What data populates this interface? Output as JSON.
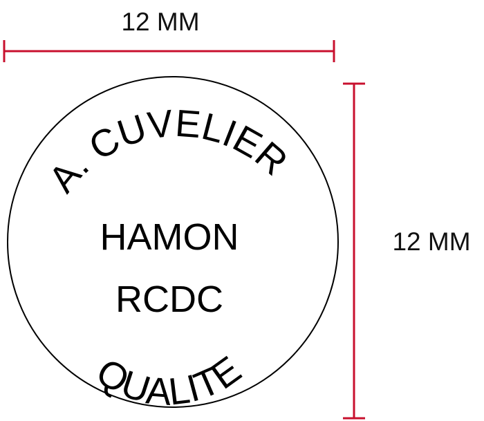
{
  "dimensions": {
    "width_label": "12 MM",
    "height_label": "12 MM",
    "line_color": "#c8102e"
  },
  "stamp": {
    "top_arc_text": "A. CUVELIER",
    "center_line_1": "HAMON",
    "center_line_2": "RCDC",
    "bottom_arc_text": "QUALITE",
    "ink_color": "#000000"
  }
}
